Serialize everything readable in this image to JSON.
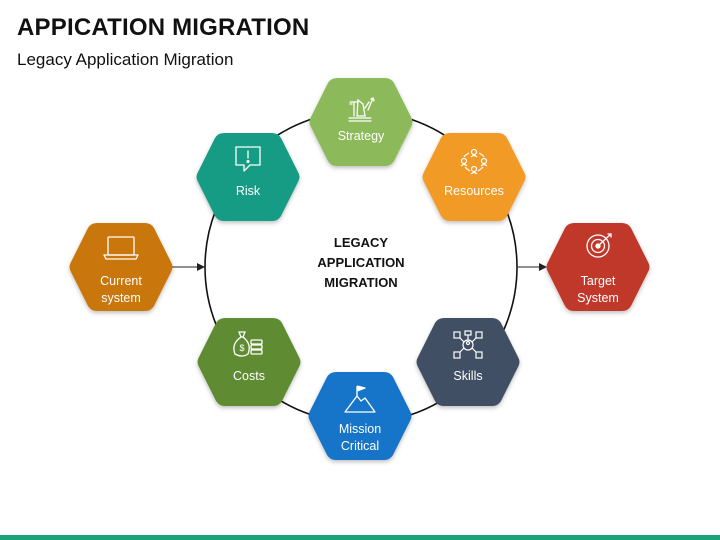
{
  "title": "APPICATION MIGRATION",
  "subtitle": "Legacy Application Migration",
  "center": {
    "line1": "LEGACY",
    "line2": "APPLICATION",
    "line3": "MIGRATION"
  },
  "nodes": {
    "strategy": {
      "label": "Strategy",
      "color": "#8cba5a",
      "icon": "strategy-chess-icon"
    },
    "resources": {
      "label": "Resources",
      "color": "#f19a26",
      "icon": "people-network-icon"
    },
    "skills": {
      "label": "Skills",
      "color": "#3f4f63",
      "icon": "skills-network-icon"
    },
    "mission": {
      "label1": "Mission",
      "label2": "Critical",
      "color": "#1674c9",
      "icon": "mountain-flag-icon"
    },
    "costs": {
      "label": "Costs",
      "color": "#5f8c32",
      "icon": "money-bag-icon"
    },
    "risk": {
      "label": "Risk",
      "color": "#169c84",
      "icon": "alert-chat-icon"
    },
    "current": {
      "label1": "Current",
      "label2": "system",
      "color": "#c9760b",
      "icon": "laptop-icon"
    },
    "target": {
      "label1": "Target",
      "label2": "System",
      "color": "#c0392b",
      "icon": "target-icon"
    }
  },
  "accent_color": "#1aa37a"
}
